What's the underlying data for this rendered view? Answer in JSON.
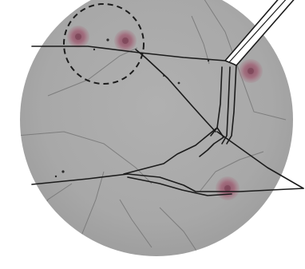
{
  "colors": {
    "background": "#ffffff",
    "field": "#a8a8a8",
    "field_edge": "#9f9f9f",
    "fiber": "#1b1b1b",
    "faint_fiber": "#6a6a6a",
    "cell": "#9a5f73",
    "cell_core": "#7d4759",
    "highlight_ring": "#1b1b1b",
    "needle_fill": "#ffffff"
  },
  "image": {
    "kind": "microscope-field",
    "contents": [
      "circular-field",
      "fiber-network",
      "red-cells",
      "dashed-highlight-circle",
      "probe-needle"
    ]
  }
}
